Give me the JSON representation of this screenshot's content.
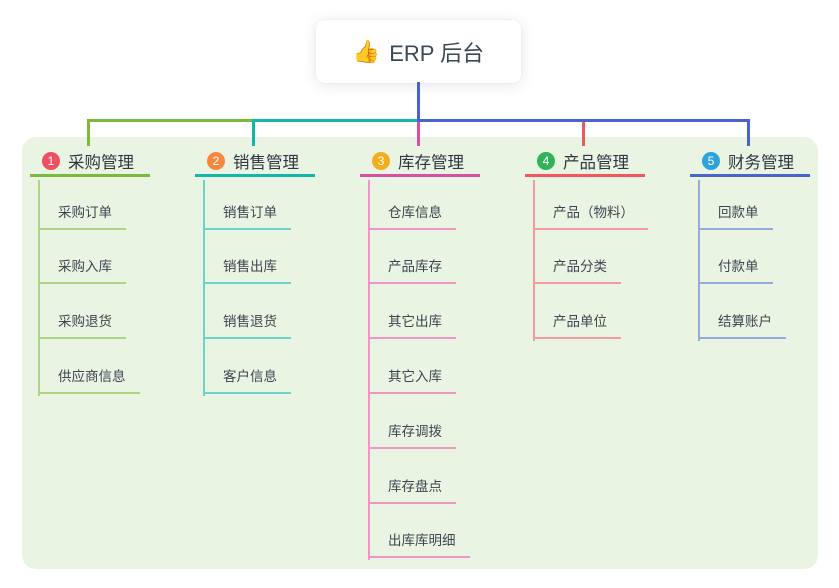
{
  "root": {
    "icon": "thumbs-up",
    "icon_glyph": "👍",
    "label": "ERP 后台"
  },
  "colors": {
    "canvas_background": "#ffffff",
    "panel_background": "#e9f5e2",
    "root_connector": "#4a64cd",
    "root_text": "#3b4859",
    "branch_title_text": "#2f3743",
    "item_text": "#3e454f"
  },
  "branches": [
    {
      "badge": "1",
      "badge_color": "#ef4f63",
      "title": "采购管理",
      "line_color": "#7cb93f",
      "sub_line_color": "#aed584",
      "items": [
        "采购订单",
        "采购入库",
        "采购退货",
        "供应商信息"
      ]
    },
    {
      "badge": "2",
      "badge_color": "#f6873e",
      "title": "销售管理",
      "line_color": "#12b7ac",
      "sub_line_color": "#6fd2ca",
      "items": [
        "销售订单",
        "销售出库",
        "销售退货",
        "客户信息"
      ]
    },
    {
      "badge": "3",
      "badge_color": "#f3ae1e",
      "title": "库存管理",
      "line_color": "#d8509f",
      "sub_line_color": "#f096c6",
      "items": [
        "仓库信息",
        "产品库存",
        "其它出库",
        "其它入库",
        "库存调拨",
        "库存盘点",
        "出库库明细"
      ]
    },
    {
      "badge": "4",
      "badge_color": "#2fb457",
      "title": "产品管理",
      "line_color": "#f2575f",
      "sub_line_color": "#f79aa0",
      "items": [
        "产品（物料）",
        "产品分类",
        "产品单位"
      ]
    },
    {
      "badge": "5",
      "badge_color": "#2ea3db",
      "title": "财务管理",
      "line_color": "#4a64cd",
      "sub_line_color": "#97aade",
      "items": [
        "回款单",
        "付款单",
        "结算账户"
      ]
    }
  ]
}
